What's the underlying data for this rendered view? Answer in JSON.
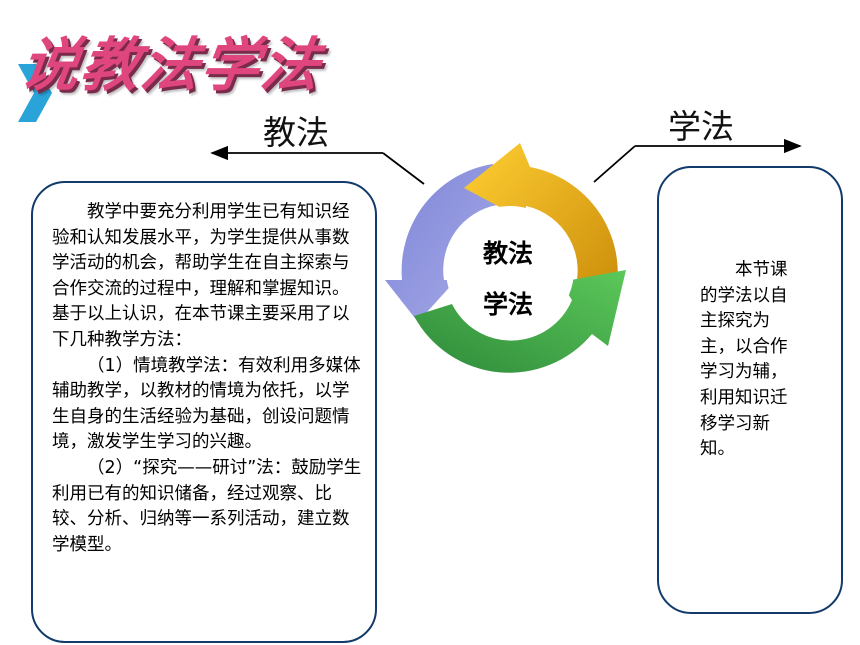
{
  "slide": {
    "title": "说教法学法",
    "left_label": "教法",
    "right_label": "学法",
    "cycle": {
      "center_top": "教法",
      "center_bottom": "学法"
    },
    "left_paragraphs": [
      "教学中要充分利用学生已有知识经验和认知发展水平，为学生提供从事数学活动的机会，帮助学生在自主探索与合作交流的过程中，理解和掌握知识。基于以上认识，在本节课主要采用了以下几种教学方法：",
      "（1）情境教学法：有效利用多媒体辅助教学，以教材的情境为依托，以学生自身的生活经验为基础，创设问题情境，激发学生学习的兴趣。",
      "（2）“探究——研讨”法：鼓励学生利用已有的知识储备，经过观察、比较、分析、归纳等一系列活动，建立数学模型。"
    ],
    "right_text": "本节课的学法以自主探究为主，以合作学习为辅，利用知识迁移学习新知。"
  },
  "colors": {
    "title": "#e0467e",
    "box_border": "#123a6b",
    "chevron": "#29a3d8",
    "arc_purple": "#8f94df",
    "arc_green": "#49b64a",
    "arc_gold": "#e3a514"
  }
}
